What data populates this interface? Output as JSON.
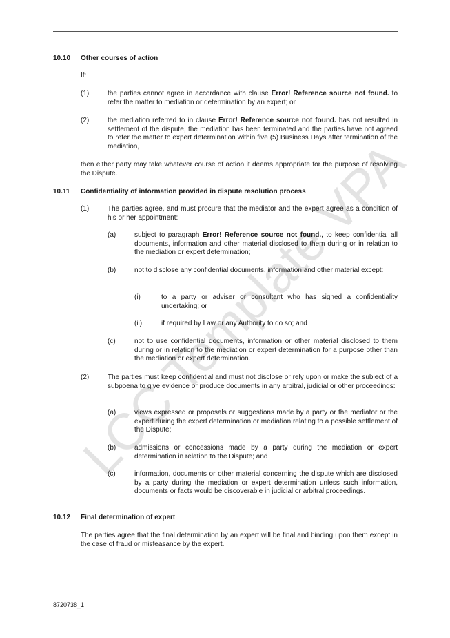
{
  "watermark": "LCC Template VPA",
  "s1010": {
    "num": "10.10",
    "title": "Other courses of action",
    "intro": "If:",
    "i1": {
      "label": "(1)",
      "pre": "the parties cannot agree in accordance with clause ",
      "err": "Error! Reference source not found.",
      "post": " to refer the matter to mediation or determination by an expert; or"
    },
    "i2": {
      "label": "(2)",
      "pre": "the mediation referred to in clause ",
      "err": "Error! Reference source not found.",
      "post": " has not resulted in settlement of the dispute, the mediation has been terminated and the parties have not agreed to refer the matter to expert determination within five (5) Business Days after termination of the mediation,"
    },
    "closing": "then either party may take whatever course of action it deems appropriate for the purpose of resolving the Dispute."
  },
  "s1011": {
    "num": "10.11",
    "title": "Confidentiality of information provided in dispute resolution process",
    "p1": {
      "label": "(1)",
      "text": "The parties agree, and must procure that the mediator and the expert agree as a condition of his or her appointment:"
    },
    "p1a": {
      "label": "(a)",
      "pre": "subject to paragraph ",
      "err": "Error! Reference source not found.",
      "post": ", to keep confidential all documents, information and other material disclosed to them during or in relation to the mediation or expert determination;"
    },
    "p1b": {
      "label": "(b)",
      "text": "not to disclose any confidential documents, information and other material except:"
    },
    "p1bi": {
      "label": "(i)",
      "text": "to a party or adviser or consultant who has signed a confidentiality undertaking; or"
    },
    "p1bii": {
      "label": "(ii)",
      "text": "if required by Law or any Authority to do so; and"
    },
    "p1c": {
      "label": "(c)",
      "text": "not to use confidential documents, information or other material disclosed to them during or in relation to the mediation or expert determination for a purpose other than the mediation or expert determination."
    },
    "p2": {
      "label": "(2)",
      "text": "The parties must keep confidential and must not disclose or rely upon or make the subject of a subpoena to give evidence or produce documents in any arbitral, judicial or other proceedings:"
    },
    "p2a": {
      "label": "(a)",
      "text": "views expressed or proposals or suggestions made by a party or the mediator or the expert during the expert determination or mediation relating to a possible settlement of the Dispute;"
    },
    "p2b": {
      "label": "(b)",
      "text": "admissions or concessions made by a party during the mediation or expert determination in relation to the Dispute; and"
    },
    "p2c": {
      "label": "(c)",
      "text": "information, documents or other material concerning the dispute which are disclosed by a party during the mediation or expert determination unless such information, documents or facts would be discoverable in judicial or arbitral proceedings."
    }
  },
  "s1012": {
    "num": "10.12",
    "title": "Final determination of expert",
    "text": "The parties agree that the final determination by an expert will be final and binding upon them except in the case of fraud or misfeasance by the expert."
  },
  "footer": "8720738_1"
}
